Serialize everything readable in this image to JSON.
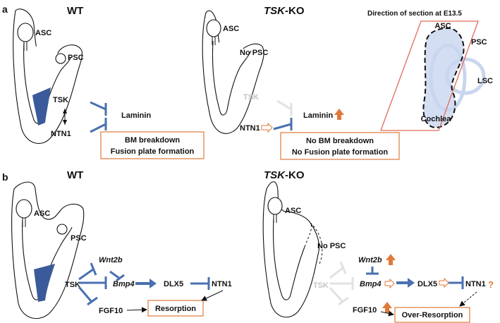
{
  "panel_a": {
    "label": "a",
    "wt": {
      "title": "WT",
      "asc": "ASC",
      "psc": "PSC",
      "tsk": "TSK",
      "ntn1": "NTN1",
      "laminin": "Laminin",
      "box_line1": "BM breakdown",
      "box_line2": "Fusion plate formation"
    },
    "ko": {
      "title_italic": "TSK",
      "title_suffix": "-KO",
      "asc": "ASC",
      "no_psc": "No PSC",
      "tsk": "TSK",
      "ntn1": "NTN1",
      "laminin": "Laminin",
      "box_line1": "No BM breakdown",
      "box_line2": "No Fusion plate formation"
    },
    "section": {
      "title": "Direction of section at E13.5",
      "asc": "ASC",
      "psc": "PSC",
      "lsc": "LSC",
      "cochlea": "Cochlea"
    }
  },
  "panel_b": {
    "label": "b",
    "wt": {
      "title": "WT",
      "asc": "ASC",
      "psc": "PSC",
      "tsk": "TSK",
      "wnt2b": "Wnt2b",
      "bmp4": "Bmp4",
      "dlx5": "DLX5",
      "ntn1": "NTN1",
      "fgf10": "FGF10",
      "box": "Resorption"
    },
    "ko": {
      "title_italic": "TSK",
      "title_suffix": "-KO",
      "asc": "ASC",
      "no_psc": "No PSC",
      "tsk": "TSK",
      "wnt2b": "Wnt2b",
      "bmp4": "Bmp4",
      "dlx5": "DLX5",
      "ntn1": "NTN1",
      "question": "?",
      "fgf10": "FGF10",
      "box": "Over-Resorption"
    }
  },
  "colors": {
    "inhibition": "#4a70b0",
    "tsk_region": "#3a5a9a",
    "up_arrow": "#e07a3a",
    "box_border": "#e07a3a",
    "greyed": "#c4c4c4",
    "section_frame": "#e06a5a",
    "canal_fill": "#c9d6ef"
  }
}
